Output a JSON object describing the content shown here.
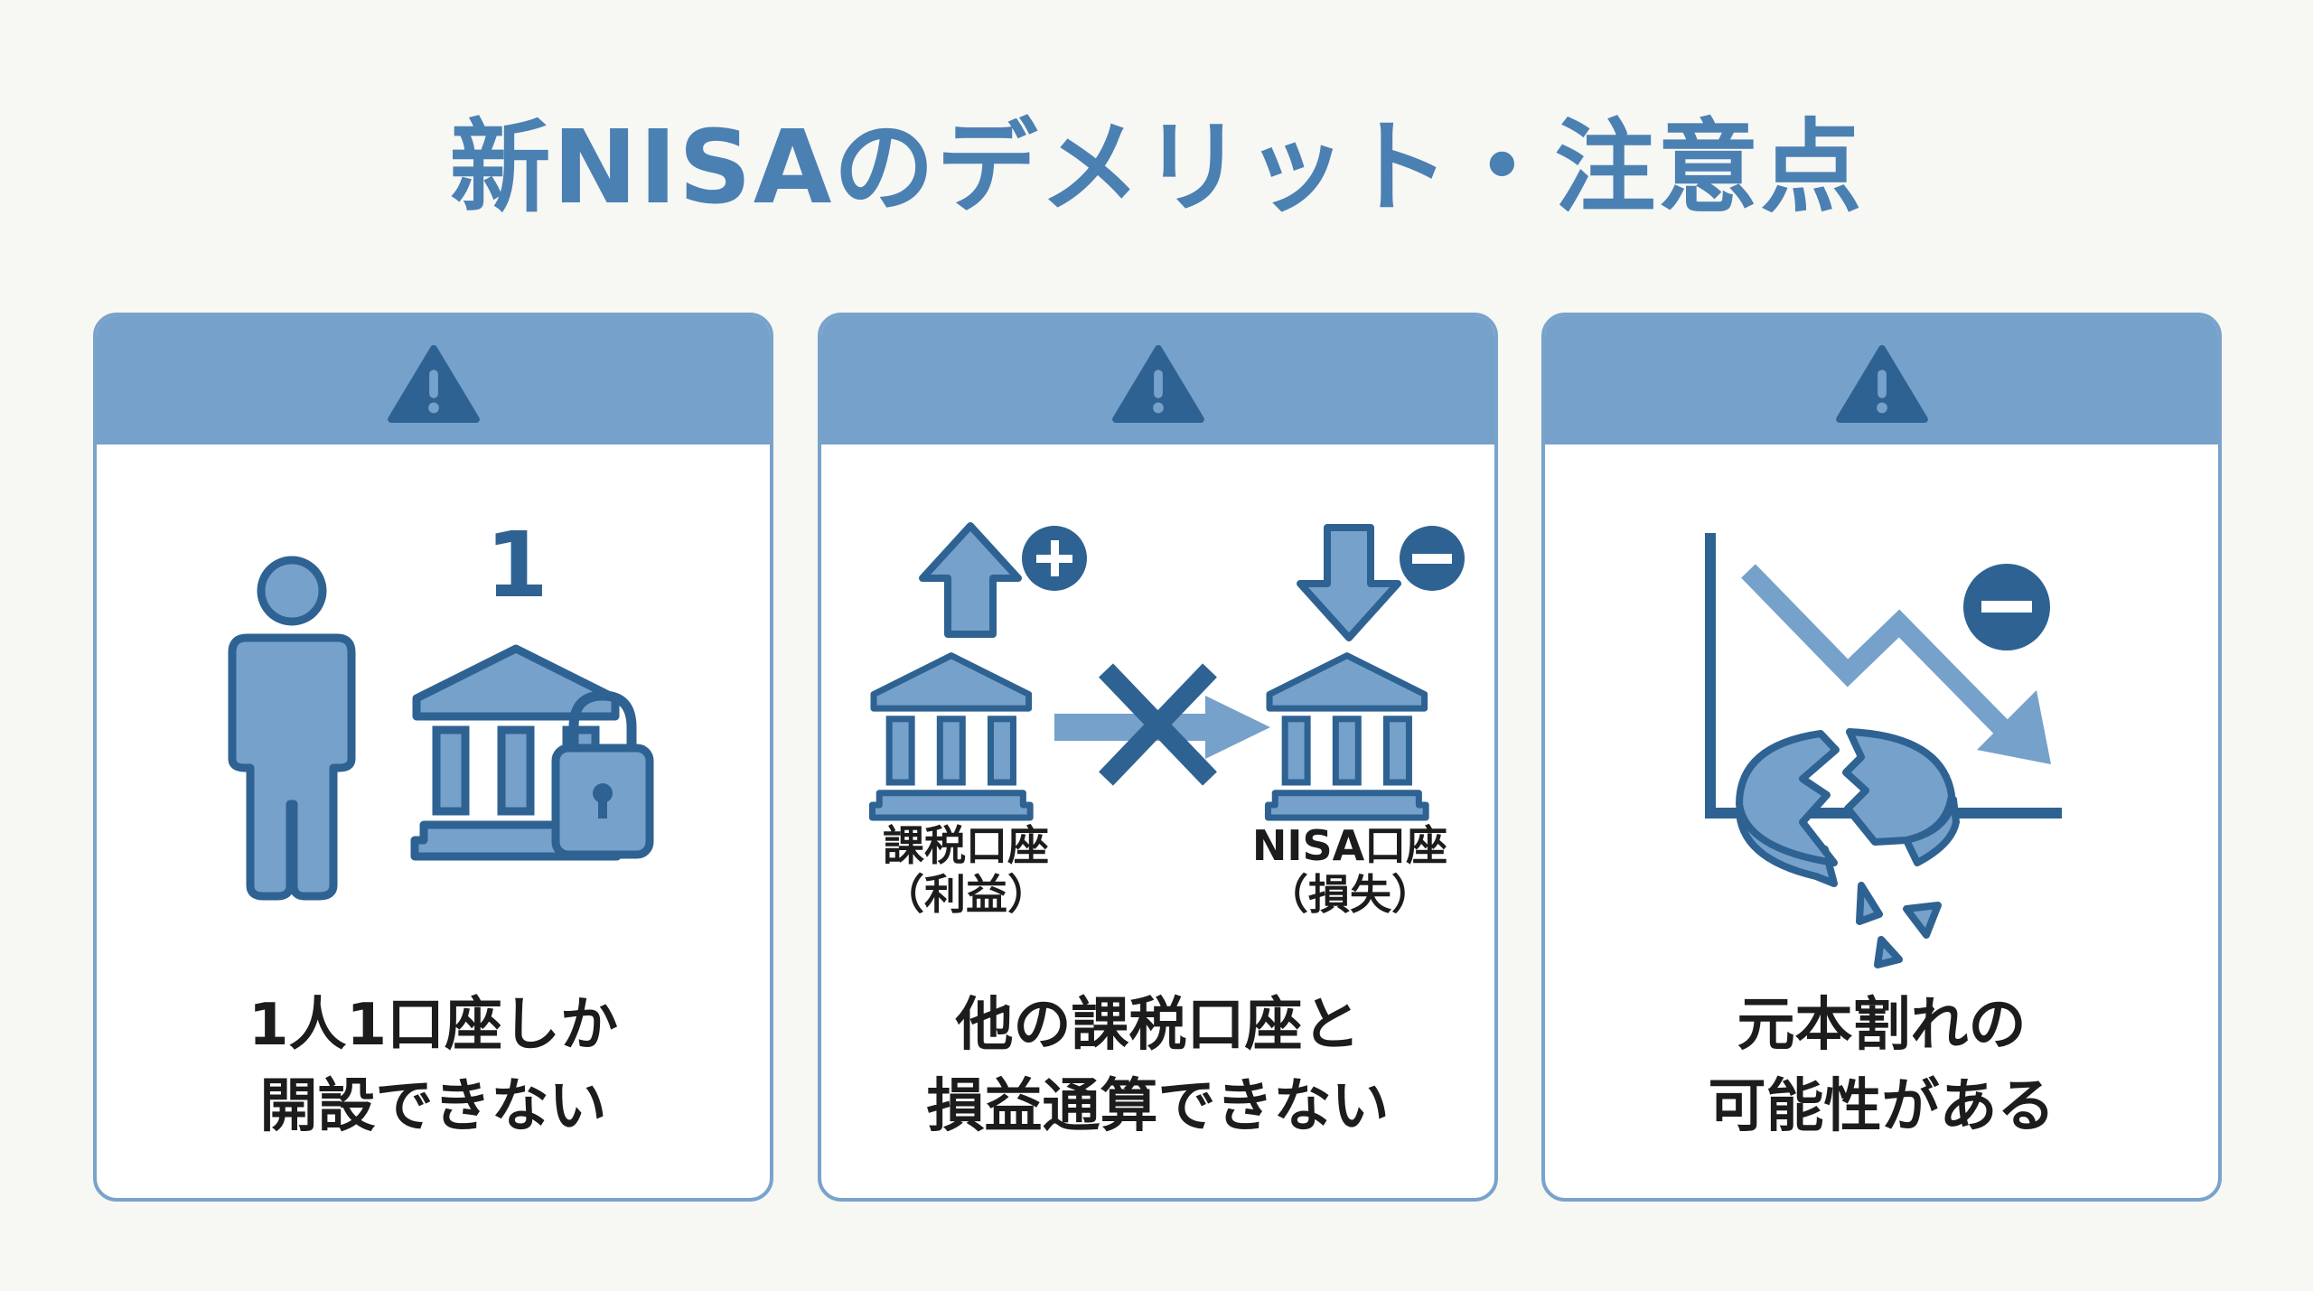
{
  "title": "新NISAのデメリット・注意点",
  "colors": {
    "accent": "#76a1ca",
    "icon_dark": "#2e6292",
    "icon_fill": "#76a1ca",
    "title": "#4b80b2"
  },
  "cards": [
    {
      "icon": "warning-icon",
      "number": "1",
      "caption_line1": "1人1口座しか",
      "caption_line2": "開設できない"
    },
    {
      "icon": "warning-icon",
      "left_label": "課税口座",
      "left_sub": "（利益）",
      "right_label": "NISA口座",
      "right_sub": "（損失）",
      "caption_line1": "他の課税口座と",
      "caption_line2": "損益通算できない"
    },
    {
      "icon": "warning-icon",
      "caption_line1": "元本割れの",
      "caption_line2": "可能性がある"
    }
  ]
}
